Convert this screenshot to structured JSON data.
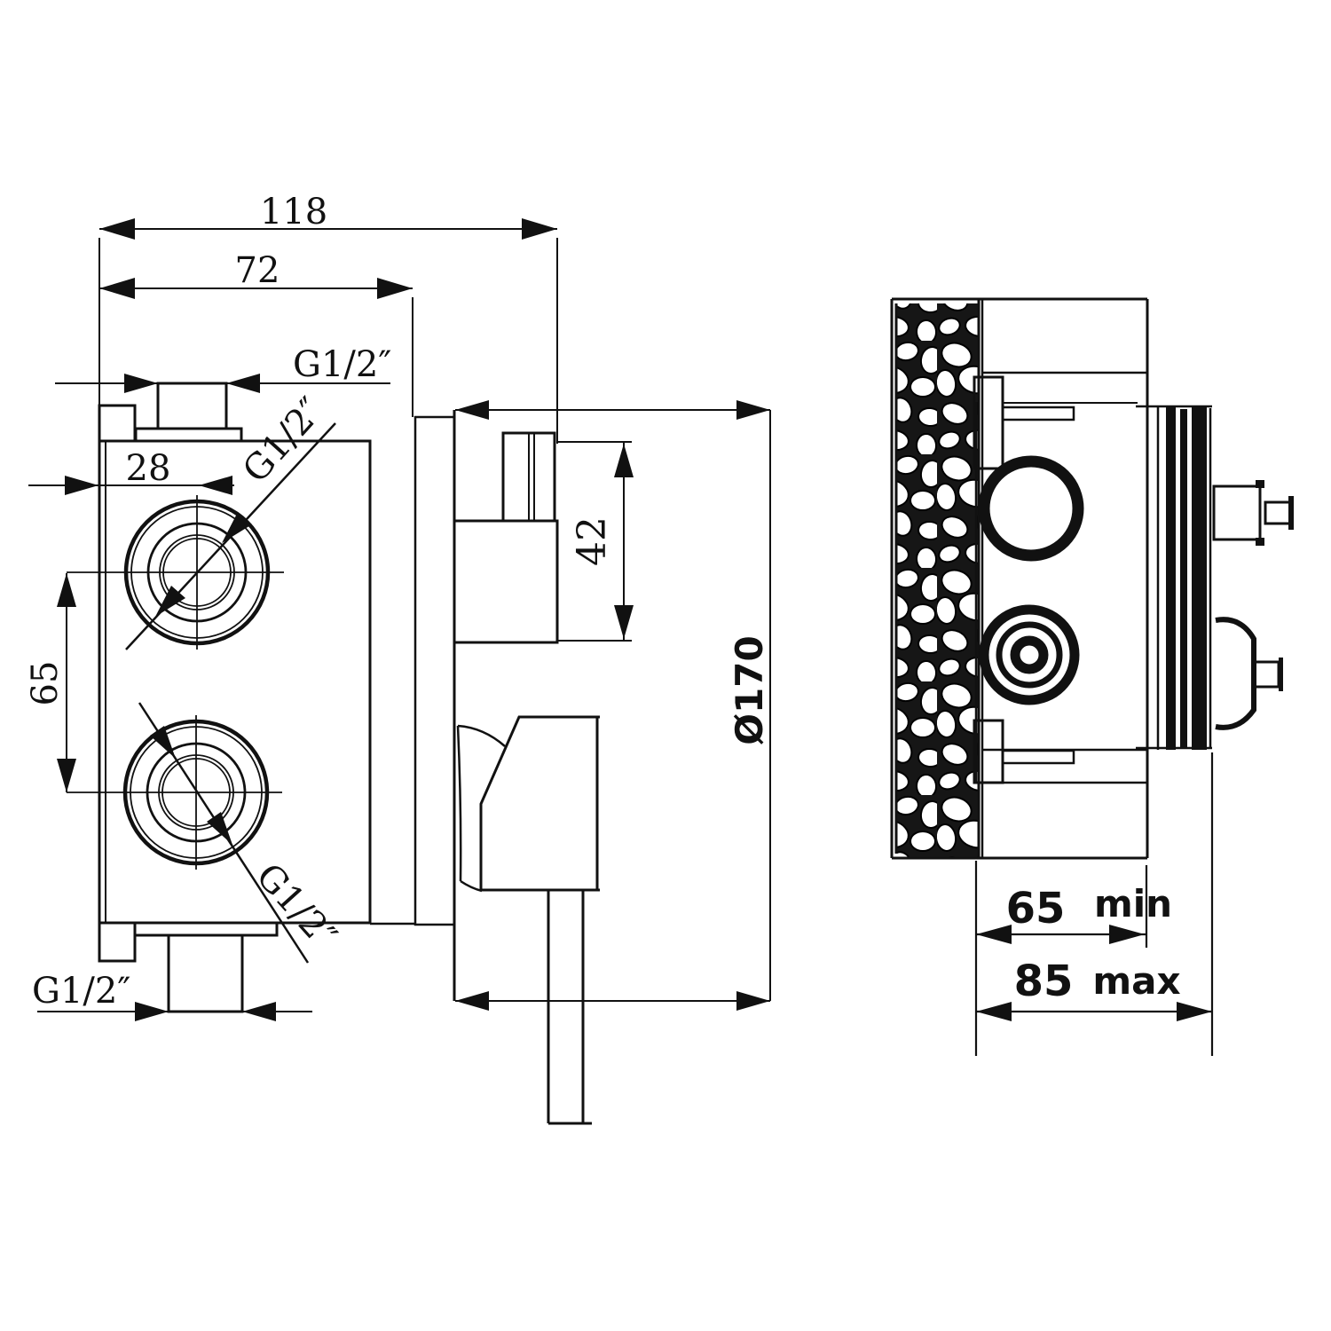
{
  "drawing": {
    "type": "technical-installation-diagram",
    "views": [
      "valve-front-side-view",
      "wall-section-installation-view"
    ],
    "labels": {
      "dim_overall_width": "118",
      "dim_body_width": "72",
      "dim_port_offset": "28",
      "dim_port_spacing": "65",
      "dim_block_height": "42",
      "plate_diameter": "Ø170",
      "thread_top": "G1/2″",
      "thread_upper_port": "G1/2″",
      "thread_lower_port": "G1/2″",
      "thread_bottom": "G1/2″",
      "depth_min_value": "65",
      "depth_min_unit": "min",
      "depth_max_value": "85",
      "depth_max_unit": "max"
    },
    "line_color": "#111111",
    "background_color": "#ffffff"
  }
}
